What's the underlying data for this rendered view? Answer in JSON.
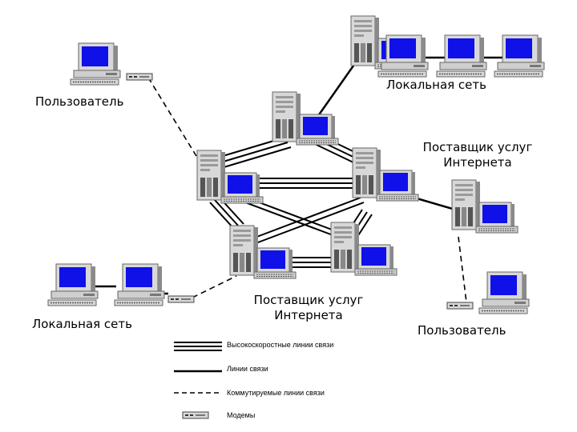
{
  "labels": {
    "user_top": "Пользователь",
    "lan_top": "Локальная сеть",
    "isp_right_line1": "Поставщик услуг",
    "isp_right_line2": "Интернета",
    "isp_bottom_line1": "Поставщик услуг",
    "isp_bottom_line2": "Интернета",
    "lan_bottom": "Локальная сеть",
    "user_bottom": "Пользователь"
  },
  "legend": {
    "highspeed": "Высокоскоростные линии связи",
    "lines": "Линии связи",
    "dialup": "Коммутируемые линии связи",
    "modems": "Модемы"
  },
  "colors": {
    "screen": "#1010e8",
    "device_body": "#d8d8d8",
    "device_shadow": "#8a8a8a",
    "line": "#000000"
  },
  "icons": {
    "server": "server-tower-icon",
    "workstation": "desktop-computer-icon",
    "modem": "modem-icon"
  }
}
